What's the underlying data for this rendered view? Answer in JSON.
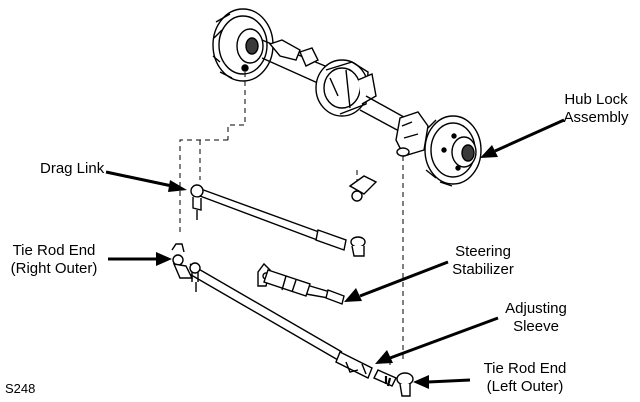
{
  "labels": {
    "hub_lock_line1": "Hub Lock",
    "hub_lock_line2": "Assembly",
    "drag_link": "Drag Link",
    "tie_rod_right_line1": "Tie Rod End",
    "tie_rod_right_line2": "(Right Outer)",
    "steering_stab_line1": "Steering",
    "steering_stab_line2": "Stabilizer",
    "adjusting_line1": "Adjusting",
    "adjusting_line2": "Sleeve",
    "tie_rod_left_line1": "Tie Rod End",
    "tie_rod_left_line2": "(Left Outer)",
    "figure_code": "S248"
  },
  "colors": {
    "ink": "#000000",
    "paper": "#ffffff",
    "shade": "#3a3a3a"
  }
}
